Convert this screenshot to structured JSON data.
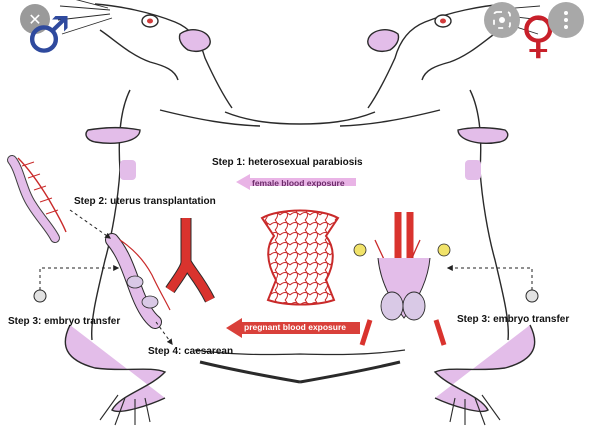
{
  "labels": {
    "step1": "Step 1: heterosexual parabiosis",
    "female_exposure": "female blood exposure",
    "step2": "Step 2: uterus transplantation",
    "step3_left": "Step 3: embryo transfer",
    "step3_right": "Step 3: embryo transfer",
    "pregnant_exposure": "pregnant blood exposure",
    "step4": "Step 4: caesarean"
  },
  "symbols": {
    "male": "♂",
    "female": "♀",
    "close": "✕",
    "lens_icon": "lens-search-icon",
    "more_icon": "more-vert-icon"
  },
  "colors": {
    "outline": "#2a2a2a",
    "pink": "#e3bde9",
    "pink_arrow": "#e9b4e6",
    "red_artery": "#d9332e",
    "red_arrow": "#d9403a",
    "male_symbol": "#2f4a9e",
    "female_symbol": "#c8202a",
    "ovary_yellow": "#f1e36a"
  }
}
